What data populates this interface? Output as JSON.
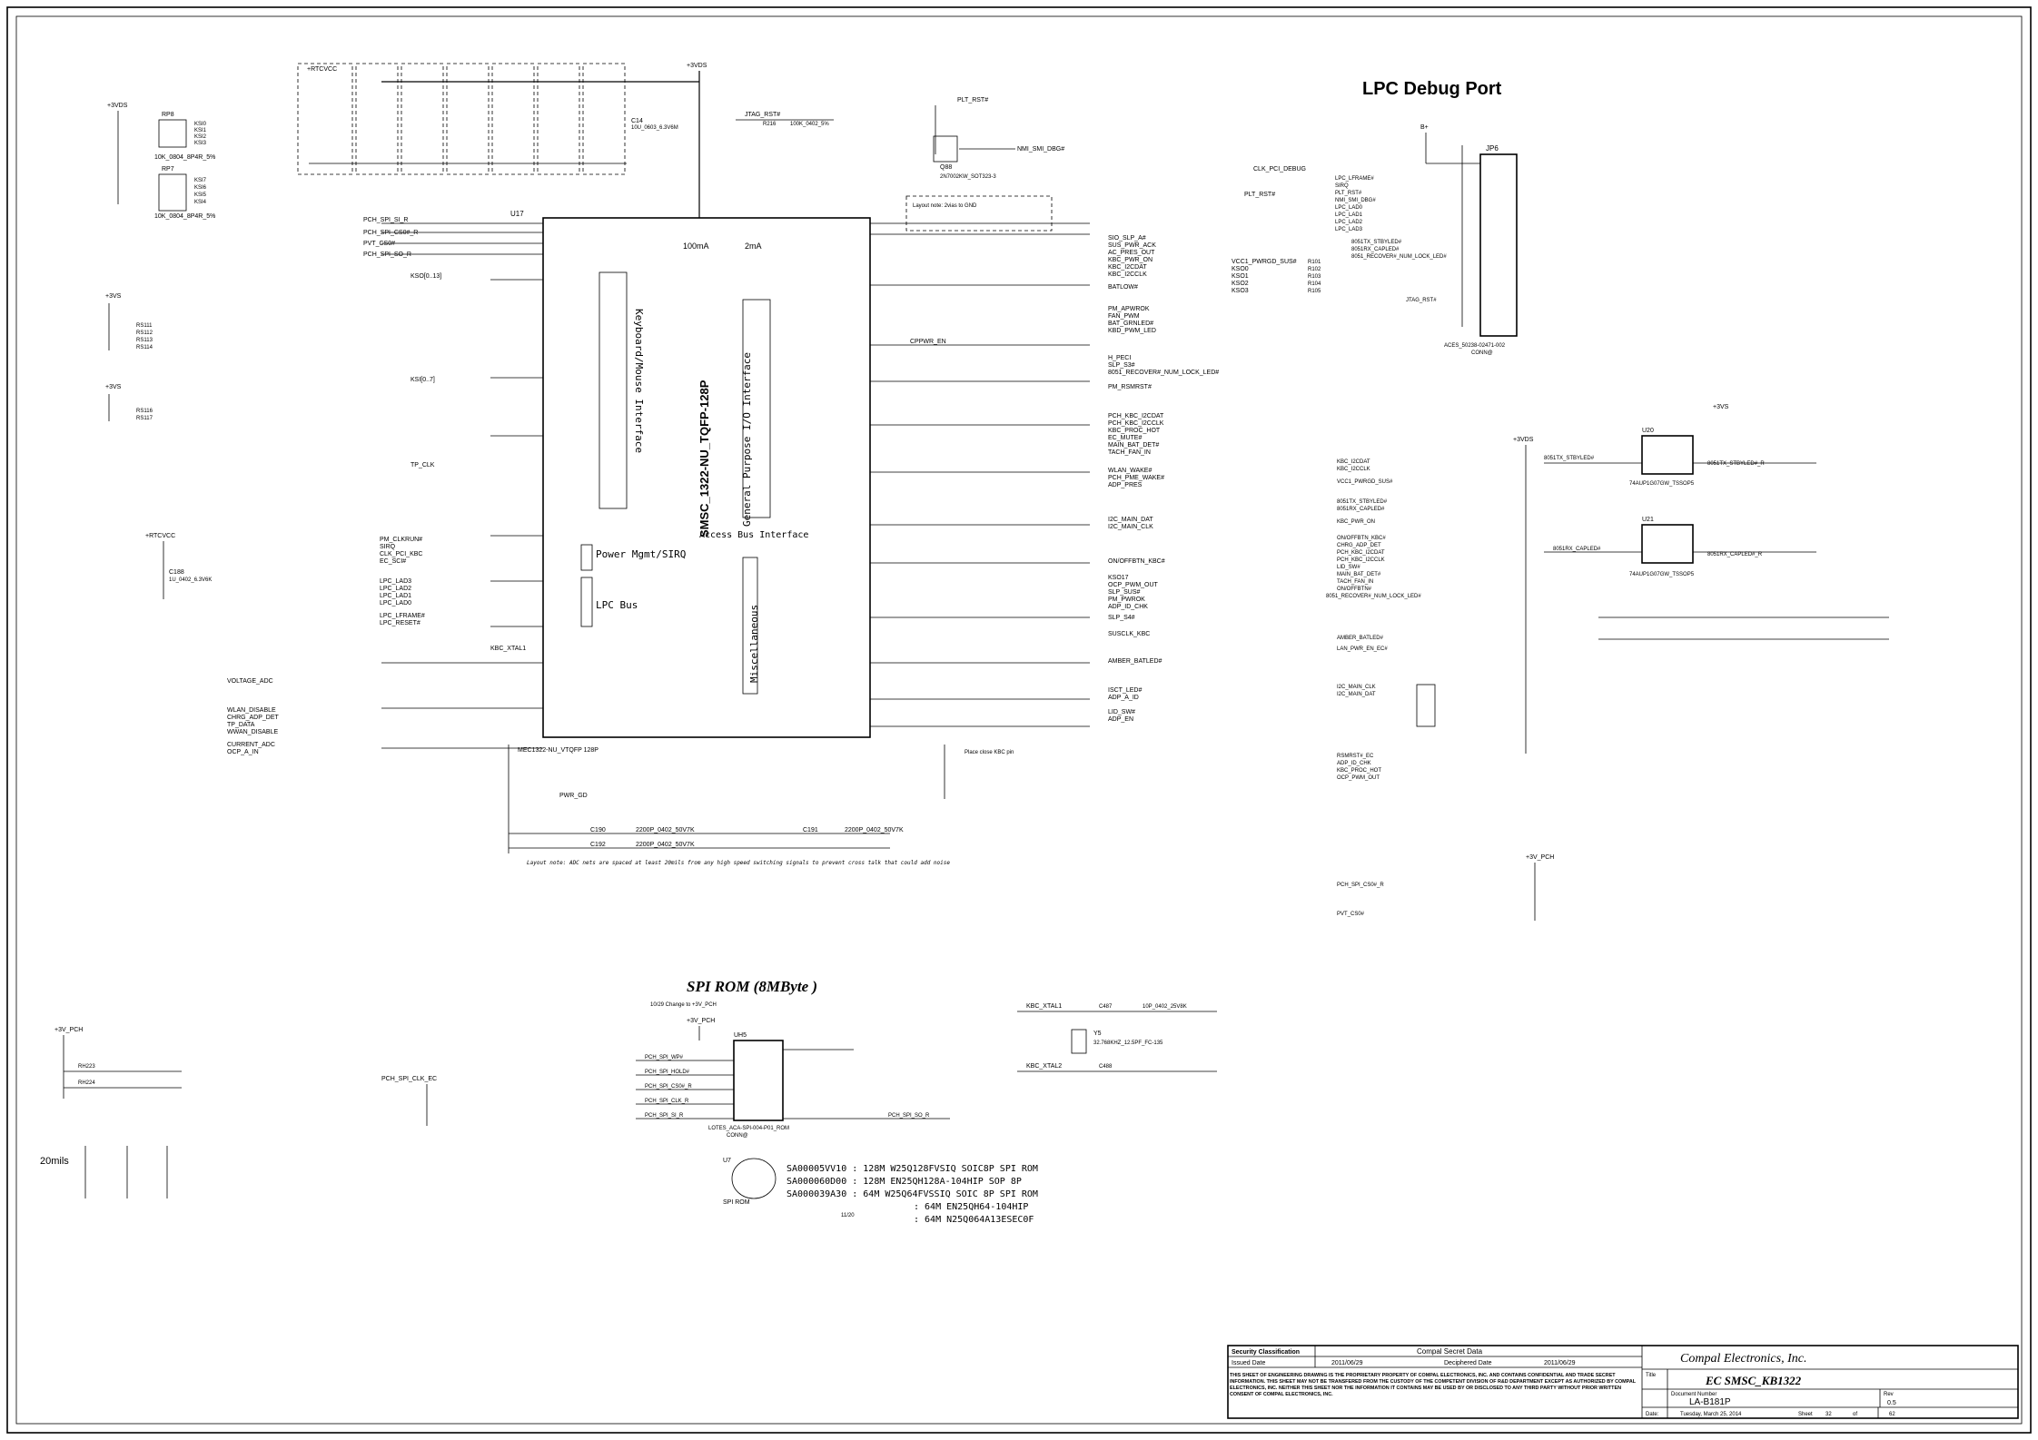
{
  "titles": {
    "lpc_debug": "LPC Debug Port",
    "spi_rom": "SPI ROM (8MByte )",
    "spi_note": "10/29 Change to +3V_PCH"
  },
  "ec_chip": {
    "ref": "U17",
    "part": "SMSC_1322-NU_TQFP-128P",
    "footer": "MEC1322-NU_VTQFP 128P",
    "current_vcc": "100mA",
    "current_avcc": "2mA",
    "groups": [
      "Keyboard/Mouse Interface",
      "General Purpose I/O Interface",
      "Power Mgmt/SIRQ",
      "LPC Bus",
      "Access Bus Interface",
      "Miscellaneous"
    ],
    "rails": [
      "+3VDS",
      "+RTCVCC"
    ]
  },
  "left_signals": [
    "PCH_SPI_SI_R",
    "PCH_SPI_CS0#_R",
    "PVT_CS0#",
    "PCH_SPI_SO_R",
    "KSO[0..13]",
    "KSI[0..7]",
    "TP_CLK",
    "PM_CLKRUN#",
    "SIRQ",
    "CLK_PCI_KBC",
    "EC_SCI#",
    "LPC_LAD3",
    "LPC_LAD2",
    "LPC_LAD1",
    "LPC_LAD0",
    "LPC_LFRAME#",
    "LPC_RESET#",
    "KBC_XTAL1",
    "VOLTAGE_ADC",
    "WLAN_DISABLE",
    "CHRG_ADP_DET",
    "TP_DATA",
    "WWAN_DISABLE",
    "CURRENT_ADC",
    "OCP_A_IN",
    "PWR_GD"
  ],
  "right_signals": [
    "SIO_SLP_A#",
    "SUS_PWR_ACK",
    "AC_PRES_OUT",
    "KBC_PWR_ON",
    "KBC_I2CDAT",
    "KBC_I2CCLK",
    "BATLOW#",
    "PM_APWROK",
    "FAN_PWM",
    "BAT_GRNLED#",
    "KBD_PWM_LED",
    "CPPWR_EN",
    "H_PECI",
    "SLP_S3#",
    "8051_RECOVER#_NUM_LOCK_LED#",
    "PM_RSMRST#",
    "PCH_KBC_I2CDAT",
    "PCH_KBC_I2CCLK",
    "KBC_PROC_HOT",
    "EC_MUTE#",
    "MAIN_BAT_DET#",
    "TACH_FAN_IN",
    "WLAN_WAKE#",
    "PCH_PME_WAKE#",
    "ADP_PRES",
    "I2C_MAIN_DAT",
    "I2C_MAIN_CLK",
    "ON/OFFBTN_KBC#",
    "KSO17",
    "OCP_PWM_OUT",
    "SLP_SUS#",
    "PM_PWROK",
    "ADP_ID_CHK",
    "SLP_S4#",
    "SUSCLK_KBC",
    "AMBER_BATLED#",
    "ISCT_LED#",
    "ADP_A_ID",
    "LID_SW#",
    "ADP_EN"
  ],
  "debug_port": {
    "ref": "JP6",
    "part": "ACES_50238-02471-002",
    "footer": "CONN@",
    "rail": "B+",
    "pins": [
      "LPC_LFRAME#",
      "SIRQ",
      "PLT_RST#",
      "NMI_SMI_DBG#",
      "LPC_LAD0",
      "LPC_LAD1",
      "LPC_LAD2",
      "LPC_LAD3",
      "8051TX_STBYLED#",
      "8051RX_CAPLED#",
      "8051_RECOVER#_NUM_LOCK_LED#",
      "JTAG_RST#"
    ],
    "left_signals": [
      "CLK_PCI_DEBUG",
      "PLT_RST#",
      "VCC1_PWRGD_SUS#",
      "KSO0",
      "KSO1",
      "KSO2",
      "KSO3"
    ],
    "resistors": [
      "R101",
      "R102",
      "R103",
      "R104",
      "R105"
    ]
  },
  "logic_gates": [
    {
      "ref": "U20",
      "part": "74AUP1G07GW_TSSOP5",
      "in": "8051TX_STBYLED#",
      "out": "8051TX_STBYLED#_R"
    },
    {
      "ref": "U21",
      "part": "74AUP1G07GW_TSSOP5",
      "in": "8051RX_CAPLED#",
      "out": "8051RX_CAPLED#_R"
    }
  ],
  "pullup_nets": [
    "KBC_I2CDAT",
    "KBC_I2CCLK",
    "VCC1_PWRGD_SUS#",
    "8051TX_STBYLED#",
    "8051RX_CAPLED#",
    "KBC_PWR_ON",
    "ON/OFFBTN_KBC#",
    "CHRG_ADP_DET",
    "PCH_KBC_I2CDAT",
    "PCH_KBC_I2CCLK",
    "LID_SW#",
    "MAIN_BAT_DET#",
    "TACH_FAN_IN",
    "ON/OFFBTN#",
    "8051_RECOVER#_NUM_LOCK_LED#",
    "AMBER_BATLED#",
    "LAN_PWR_EN_EC#",
    "I2C_MAIN_CLK",
    "I2C_MAIN_DAT",
    "RSMRST#_EC",
    "ADP_ID_CHK",
    "KBC_PROC_HOT",
    "OCP_PWM_OUT",
    "PCH_SPI_CS0#_R",
    "PVT_CS0#"
  ],
  "spi_rom": {
    "ref": "UH5",
    "part": "LOTES_ACA-SPI-004-P01_ROM",
    "footer": "CONN@",
    "pins": [
      "PCH_SPI_WP#",
      "PCH_SPI_HOLD#",
      "PCH_SPI_CS0#_R",
      "PCH_SPI_CLK_R",
      "PCH_SPI_SI_R",
      "PCH_SPI_SO_R"
    ],
    "rail": "+3V_PCH",
    "bom": [
      "SA00005VV10 : 128M W25Q128FVSIQ SOIC8P SPI ROM",
      "SA000060D00 : 128M EN25QH128A-104HIP SOP 8P",
      "SA000039A30 : 64M W25Q64FVSSIQ SOIC 8P SPI ROM",
      ": 64M EN25QH64-104HIP",
      ": 64M N25Q064A13ESEC0F"
    ],
    "socket_ref": "U7",
    "socket_label": "SPI ROM",
    "date": "11/20"
  },
  "crystal": {
    "ref": "Y5",
    "part": "32.768KHZ_12.5PF_FC-135",
    "nets": [
      "KBC_XTAL1",
      "KBC_XTAL2"
    ],
    "caps": [
      "C487",
      "C488"
    ],
    "cap_value": "10P_0402_25V8K"
  },
  "notes": {
    "layout_adc": "Layout note: ADC nets are spaced at least 20mils from any high speed switching signals to prevent cross talk that could add noise",
    "xtal_place": "Place close KBC pin",
    "jtag": "JTAG_RST#",
    "mils": "20mils",
    "q_ref": "Q88",
    "q_part": "2N7002KW_SOT323-3",
    "q_net": "PLT_RST#",
    "nmi": "NMI_SMI_DBG#",
    "layout_vcc": "Layout note: 2vias to GND"
  },
  "title_block": {
    "security_label": "Security Classification",
    "security_value": "Compal Secret Data",
    "issued_label": "Issued Date",
    "issued_date": "2011/06/29",
    "deciphered_label": "Deciphered Date",
    "deciphered_date": "2011/06/29",
    "company": "Compal Electronics, Inc.",
    "title_label": "Title",
    "title": "EC SMSC_KB1322",
    "doc_label": "Document Number",
    "doc": "LA-B181P",
    "rev_label": "Rev",
    "rev": "0.5",
    "date_label": "Date:",
    "date": "Tuesday, March 25, 2014",
    "sheet_label": "Sheet",
    "sheet": "32",
    "of_label": "of",
    "of": "62",
    "disclaimer": "THIS SHEET OF ENGINEERING DRAWING IS THE PROPRIETARY PROPERTY OF COMPAL ELECTRONICS, INC. AND CONTAINS CONFIDENTIAL AND TRADE SECRET INFORMATION. THIS SHEET MAY NOT BE TRANSFERED FROM THE CUSTODY OF THE COMPETENT DIVISION OF R&D DEPARTMENT EXCEPT AS AUTHORIZED BY COMPAL ELECTRONICS, INC. NEITHER THIS SHEET NOR THE INFORMATION IT CONTAINS MAY BE USED BY OR DISCLOSED TO ANY THIRD PARTY WITHOUT PRIOR WRITTEN CONSENT OF COMPAL ELECTRONICS, INC."
  }
}
